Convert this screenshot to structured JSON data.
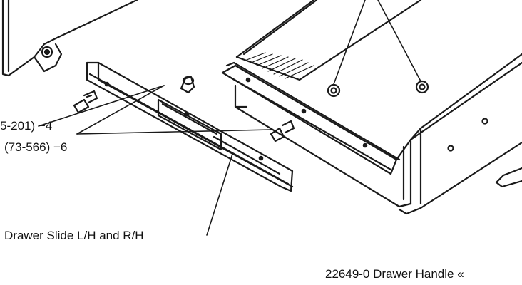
{
  "labels": {
    "callout_screw": "5-201) −4",
    "callout_nut": "(73-566) −6",
    "slide_label": "Drawer Slide L/H and R/H",
    "handle_label": "22649-0   Drawer Handle «"
  },
  "parts": {
    "left_panel": "cabinet-side-panel",
    "slide": "drawer-slide",
    "drawer": "drawer-body",
    "handle": "drawer-handle"
  },
  "colors": {
    "ink": "#1a1a1a",
    "paper": "#ffffff"
  }
}
